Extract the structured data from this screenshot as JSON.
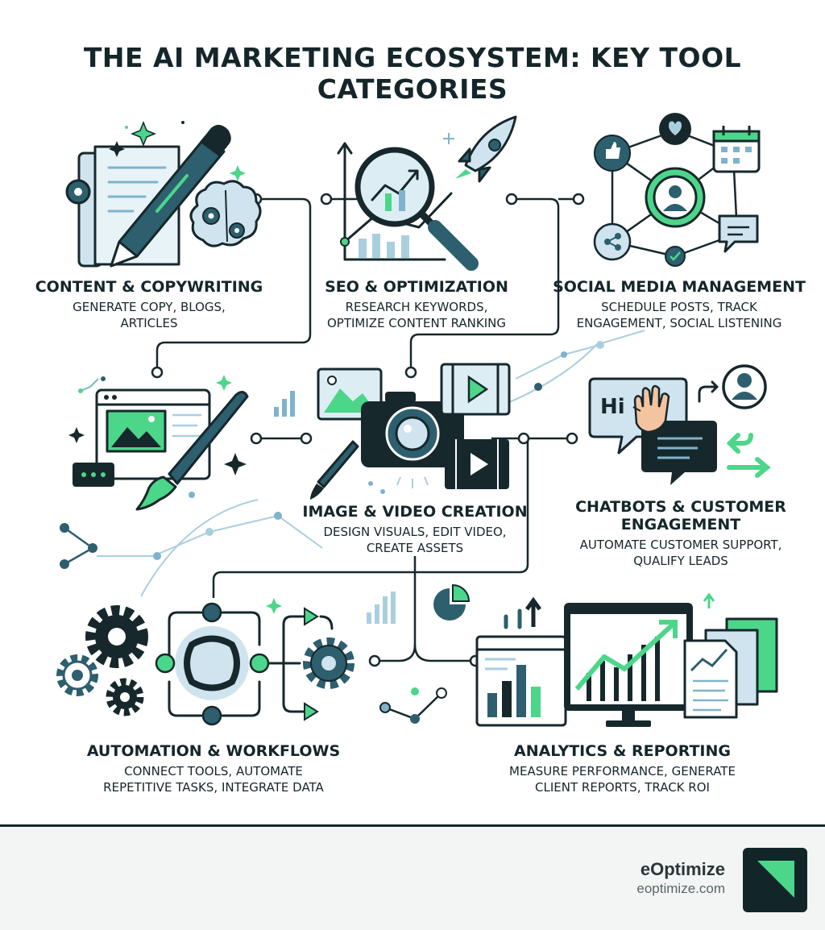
{
  "title": "THE AI MARKETING ECOSYSTEM: KEY TOOL CATEGORIES",
  "categories": [
    {
      "name": "CONTENT & COPYWRITING",
      "desc1": "GENERATE COPY, BLOGS,",
      "desc2": "ARTICLES"
    },
    {
      "name": "SEO & OPTIMIZATION",
      "desc1": "RESEARCH KEYWORDS,",
      "desc2": "OPTIMIZE CONTENT RANKING"
    },
    {
      "name": "SOCIAL MEDIA MANAGEMENT",
      "desc1": "SCHEDULE POSTS, TRACK",
      "desc2": "ENGAGEMENT, SOCIAL LISTENING"
    },
    {
      "name": "IMAGE & VIDEO CREATION",
      "desc1": "DESIGN VISUALS, EDIT VIDEO,",
      "desc2": "CREATE ASSETS"
    },
    {
      "name1": "CHATBOTS & CUSTOMER",
      "name2": "ENGAGEMENT",
      "desc1": "AUTOMATE CUSTOMER SUPPORT,",
      "desc2": "QUALIFY LEADS"
    },
    {
      "name": "AUTOMATION & WORKFLOWS",
      "desc1": "CONNECT TOOLS, AUTOMATE",
      "desc2": "REPETITIVE TASKS, INTEGRATE DATA"
    },
    {
      "name": "ANALYTICS & REPORTING",
      "desc1": "MEASURE PERFORMANCE, GENERATE",
      "desc2": "CLIENT REPORTS, TRACK ROI"
    }
  ],
  "chat_bubble_text": "Hi",
  "brand": {
    "name": "eOptimize",
    "url": "eoptimize.com"
  },
  "colors": {
    "dark": "#16282c",
    "teal": "#2d5f6e",
    "green": "#4cd68a",
    "light_blue": "#cfe4ee",
    "mid_blue": "#7fb3cc"
  },
  "icons": [
    "pen-document-icon",
    "brain-gear-icon",
    "magnifier-chart-icon",
    "rocket-icon",
    "social-network-icon",
    "calendar-icon",
    "browser-image-icon",
    "paintbrush-icon",
    "camera-icon",
    "film-icon",
    "chat-bubbles-icon",
    "hand-wave-icon",
    "user-icon",
    "gears-icon",
    "workflow-icon",
    "pie-chart-icon",
    "dashboard-chart-icon",
    "report-document-icon",
    "eoptimize-logo"
  ]
}
